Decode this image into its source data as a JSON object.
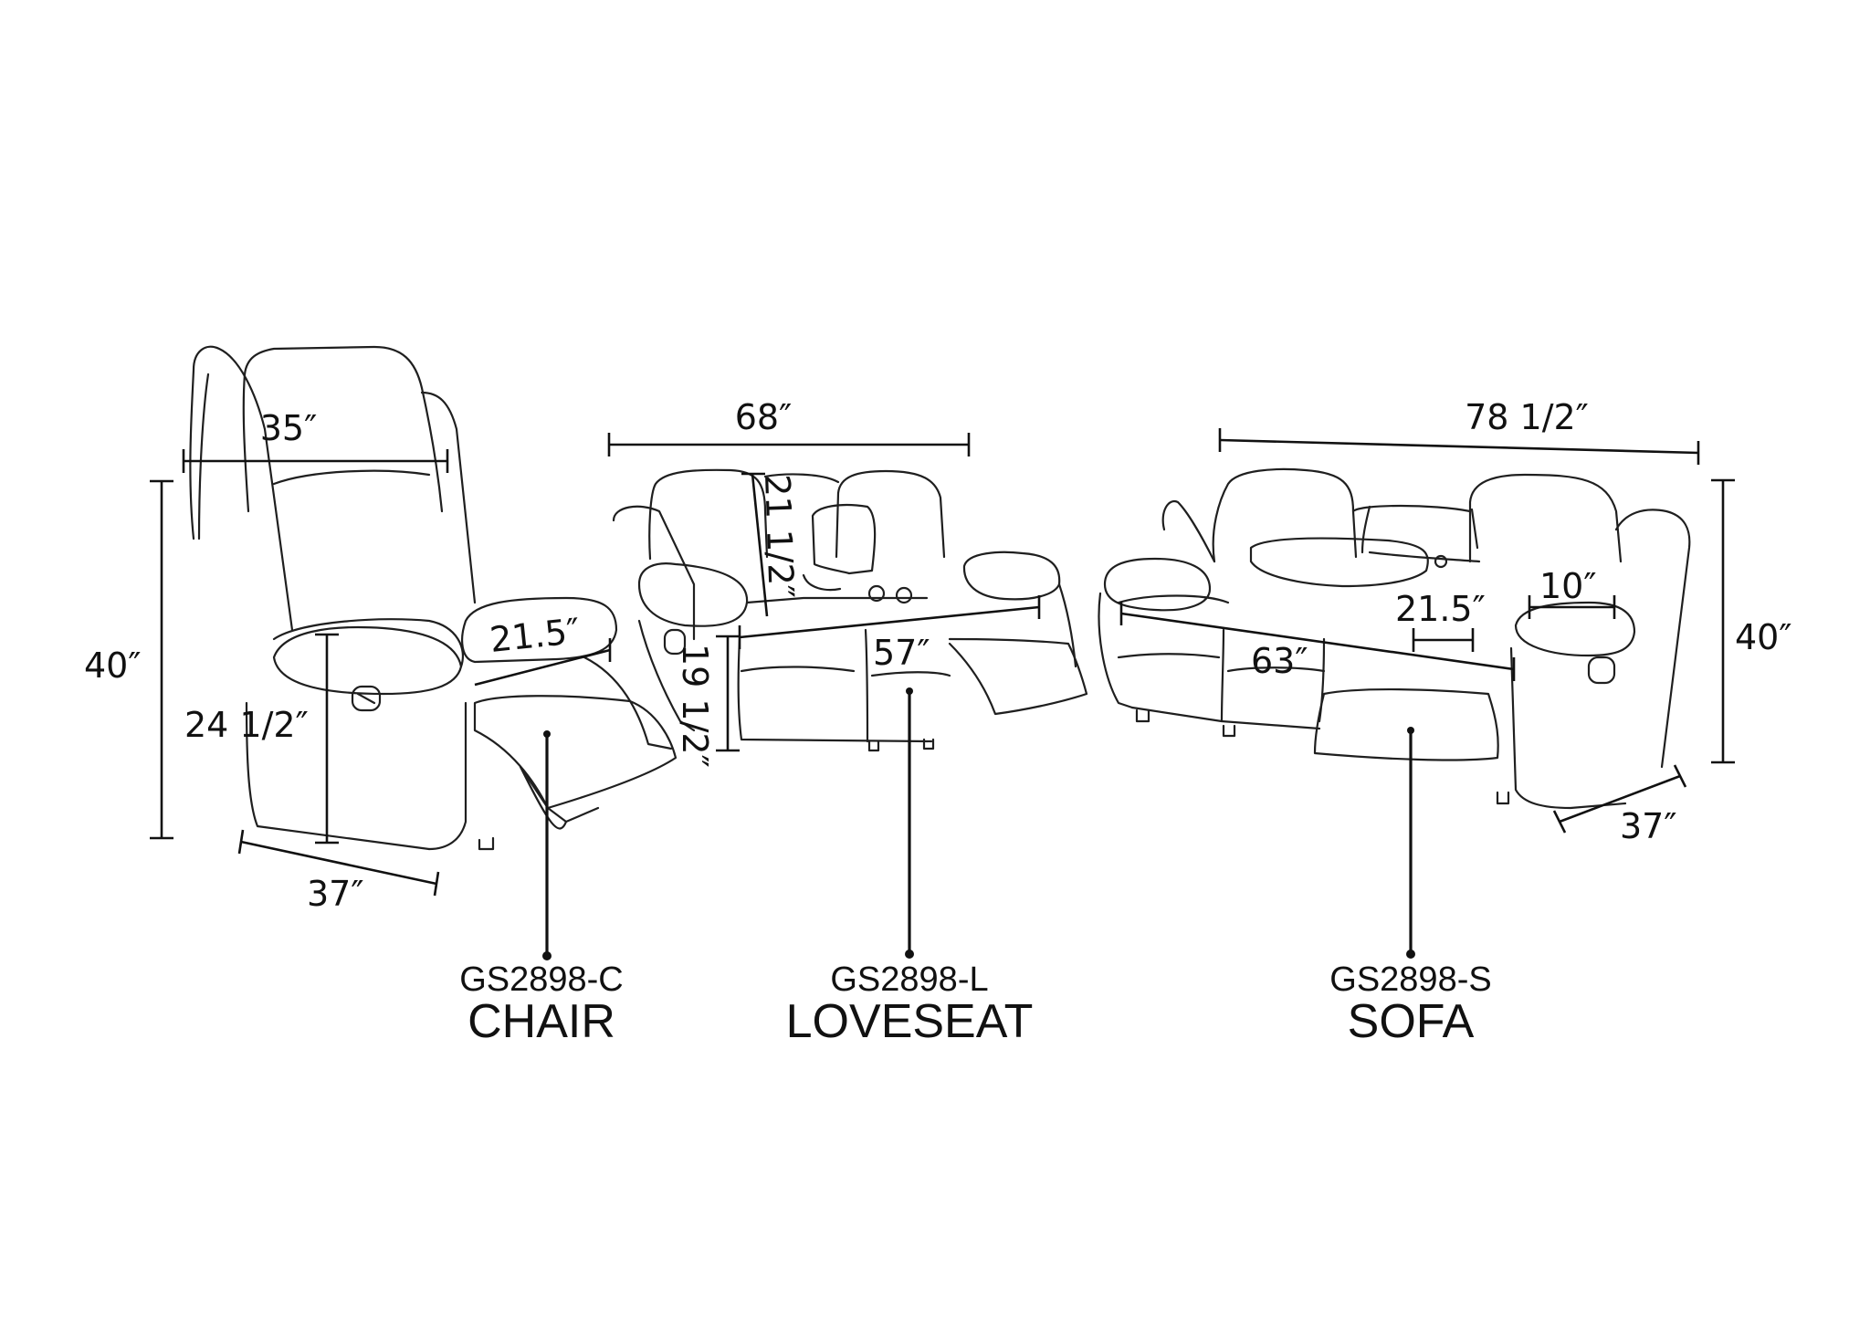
{
  "products": [
    {
      "code": "GS2898-C",
      "name": "CHAIR",
      "dimensions": {
        "width": "35″",
        "height": "40″",
        "depth": "37″",
        "seat_height": "24 1/2″",
        "seat_depth": "21.5″"
      }
    },
    {
      "code": "GS2898-L",
      "name": "LOVESEAT",
      "dimensions": {
        "width": "68″",
        "back_height": "21 1/2″",
        "seat_width": "57″",
        "seat_height": "19 1/2″"
      }
    },
    {
      "code": "GS2898-S",
      "name": "SOFA",
      "dimensions": {
        "width": "78 1/2″",
        "height": "40″",
        "depth": "37″",
        "seat_width": "63″",
        "seat_depth": "21.5″",
        "arm_width": "10″"
      }
    }
  ]
}
